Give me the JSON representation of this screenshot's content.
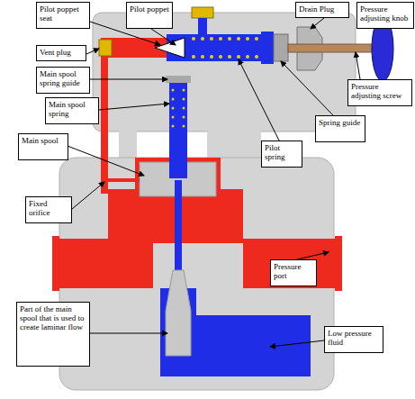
{
  "diagram": {
    "nodes": [
      {
        "text": [
          "Pilot poppet seat"
        ]
      },
      {
        "text": [
          "Pilot poppet"
        ]
      },
      {
        "text": [
          "Drain Plug"
        ]
      },
      {
        "text": [
          "Pressure adjusting knob"
        ]
      },
      {
        "text": [
          "Vent plug"
        ]
      },
      {
        "text": [
          "Main spool spring guide"
        ]
      },
      {
        "text": [
          "Main spool spring"
        ]
      },
      {
        "text": [
          "Pressure adjusting screw"
        ]
      },
      {
        "text": [
          "Spring guide"
        ]
      },
      {
        "text": [
          "Main spool"
        ]
      },
      {
        "text": [
          "Pilot spring"
        ]
      },
      {
        "text": [
          "Fixed orifice"
        ]
      },
      {
        "text": [
          "Pressure port"
        ]
      },
      {
        "text": [
          "Part of the main spool that is used to create laminar flow"
        ]
      },
      {
        "text": [
          "Low pressure fluid"
        ]
      }
    ]
  }
}
